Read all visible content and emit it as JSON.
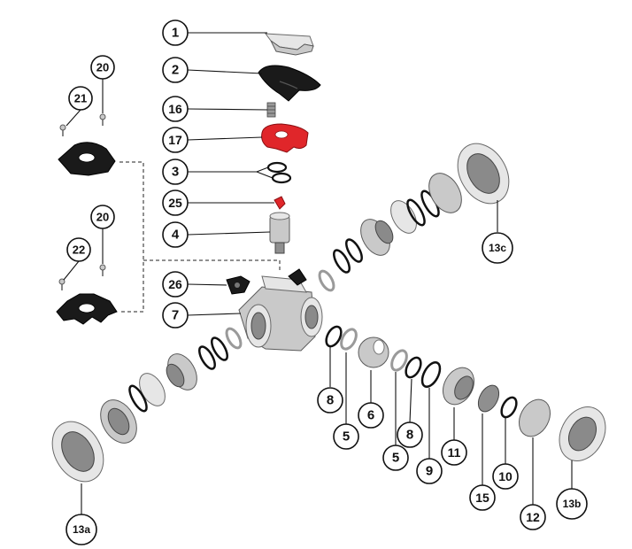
{
  "labels": {
    "l1": "1",
    "l2": "2",
    "l16": "16",
    "l17": "17",
    "l3": "3",
    "l25": "25",
    "l4": "4",
    "l26": "26",
    "l7": "7",
    "l20a": "20",
    "l21": "21",
    "l20b": "20",
    "l22": "22",
    "l13c": "13c",
    "l8a": "8",
    "l5a": "5",
    "l6": "6",
    "l5b": "5",
    "l8b": "8",
    "l9": "9",
    "l11": "11",
    "l15": "15",
    "l10": "10",
    "l12": "12",
    "l13b": "13b",
    "l13a": "13a"
  },
  "colors": {
    "outline": "#111111",
    "part_grey": "#c9c9c9",
    "part_black": "#1a1a1a",
    "accent_red": "#e0262a"
  }
}
